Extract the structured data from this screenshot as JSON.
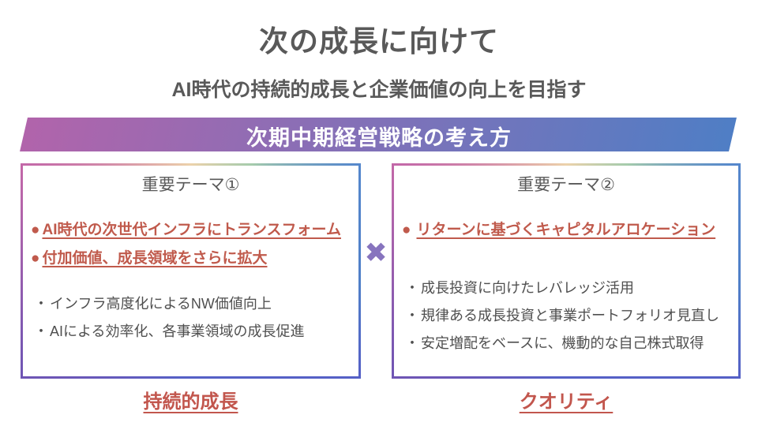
{
  "title": "次の成長に向けて",
  "subtitle": "AI時代の持続的成長と企業価値の向上を目指す",
  "banner": {
    "label": "次期中期経営戦略の考え方"
  },
  "operator": "✖",
  "glyphs": {
    "key_bullet": "●",
    "sub_bullet": "・"
  },
  "themes": [
    {
      "header": "重要テーマ①",
      "key_points": [
        "AI時代の次世代インフラにトランスフォーム",
        "付加価値、成長領域をさらに拡大"
      ],
      "sub_points": [
        "インフラ高度化によるNW価値向上",
        "AIによる効率化、各事業領域の成長促進"
      ],
      "footer_label": "持続的成長"
    },
    {
      "header": "重要テーマ②",
      "key_points": [
        "リターンに基づくキャピタルアロケーション"
      ],
      "sub_points": [
        "成長投資に向けたレバレッジ活用",
        "規律ある成長投資と事業ポートフォリオ見直し",
        "安定増配をベースに、機動的な自己株式取得"
      ],
      "footer_label": "クオリティ"
    }
  ],
  "colors": {
    "heading_gray": "#595959",
    "body_gray": "#4f4f4f",
    "accent_red": "#c05a4c",
    "operator_purple": "#8774be",
    "banner_gradient_start": "#b164ab",
    "banner_gradient_end": "#4f7ec5",
    "border_pink": "#c368a8",
    "border_peach": "#ecd2ab",
    "border_green": "#a5cbac",
    "border_blue": "#4f7fc8",
    "border_purple": "#6f55b4"
  }
}
